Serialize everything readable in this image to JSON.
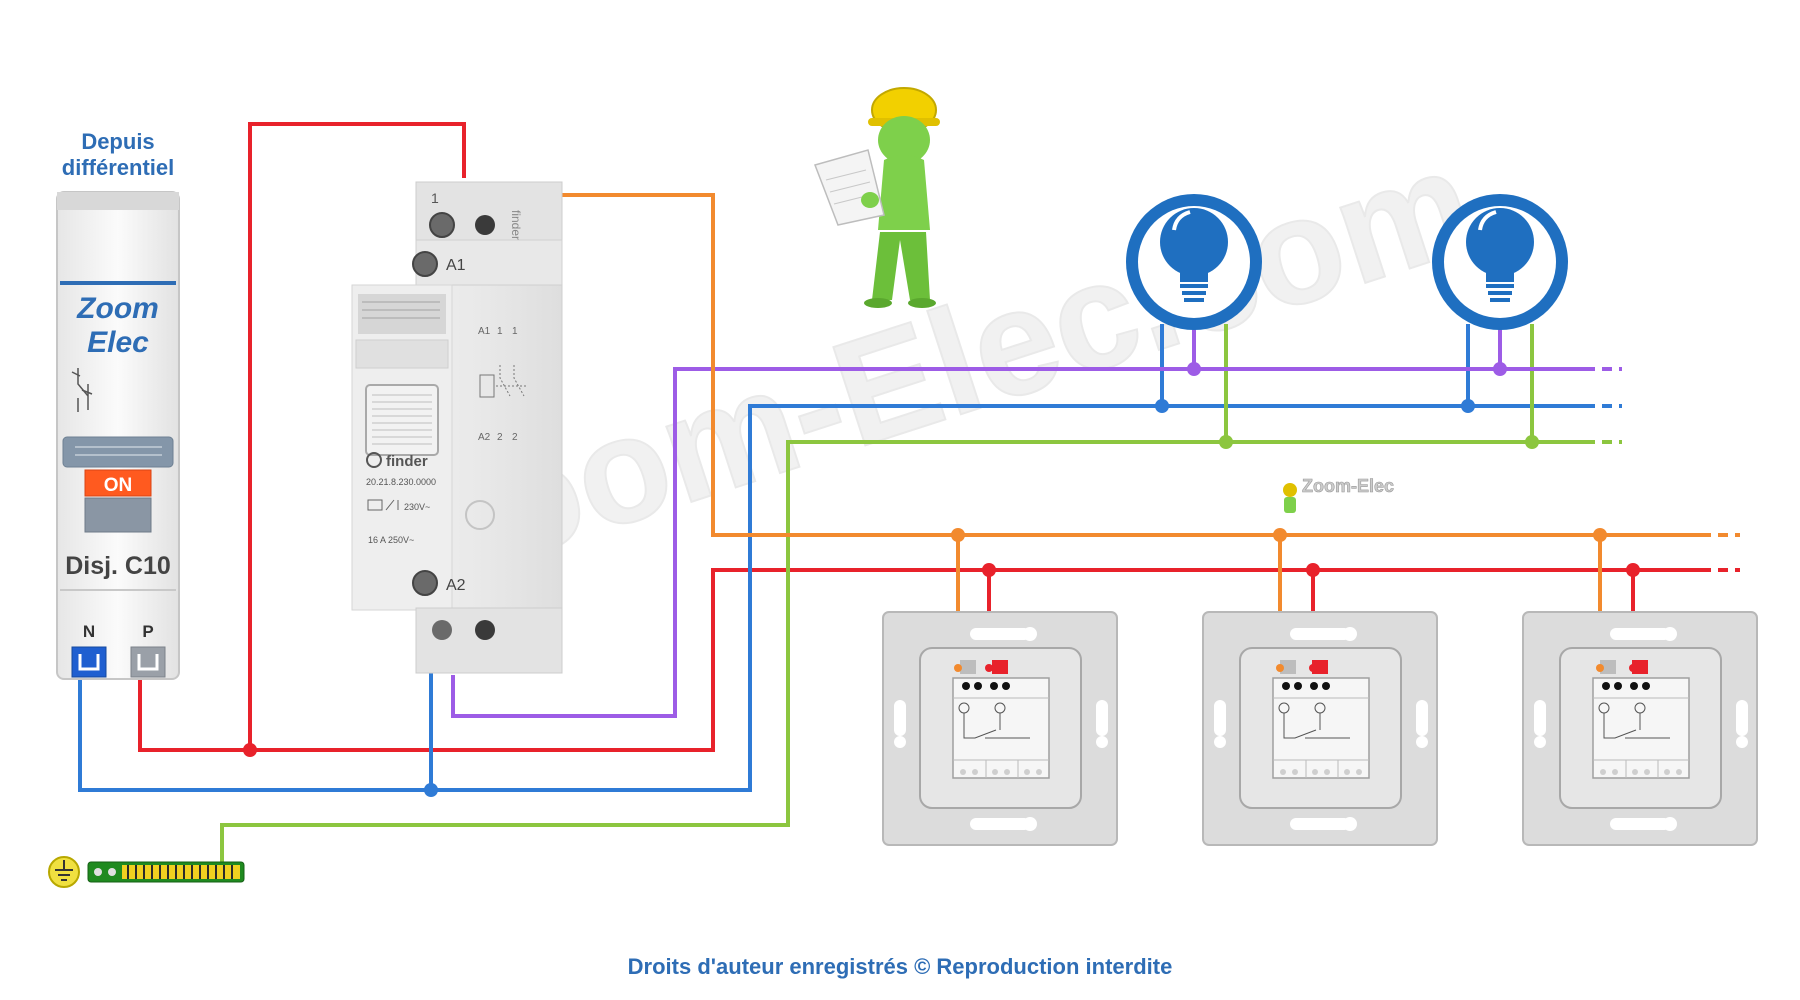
{
  "breaker": {
    "source_line1": "Depuis",
    "source_line2": "différentiel",
    "brand_line1": "Zoom",
    "brand_line2": "Elec",
    "state": "ON",
    "rating": "Disj. C10",
    "terminal_n": "N",
    "terminal_p": "P"
  },
  "relay": {
    "brand": "finder",
    "model": "20.21.8.230.0000",
    "voltage": "230V~",
    "rating": "16 A 250V~",
    "terminal_top": "1",
    "terminal_a1": "A1",
    "terminal_a2": "A2",
    "front_a1": "A1",
    "front_1a": "1",
    "front_1b": "1",
    "front_a2": "A2",
    "front_2a": "2",
    "front_2b": "2"
  },
  "watermark": {
    "small_logo": "Zoom-Elec",
    "large": "Zoom-Elec.com"
  },
  "footer": {
    "copyright": "Droits d'auteur enregistrés © Reproduction interdite"
  },
  "colors": {
    "phase": "#e8222b",
    "neutral": "#2f7bd6",
    "earth": "#8cc63f",
    "control": "#f28a2e",
    "return": "#9d5ce6",
    "brand_blue": "#2e6db5",
    "lamp_blue": "#1f6fc0"
  },
  "icons": [
    "lamp-icon",
    "earth-symbol-icon",
    "worker-figure-icon",
    "switch-schematic-icon"
  ]
}
